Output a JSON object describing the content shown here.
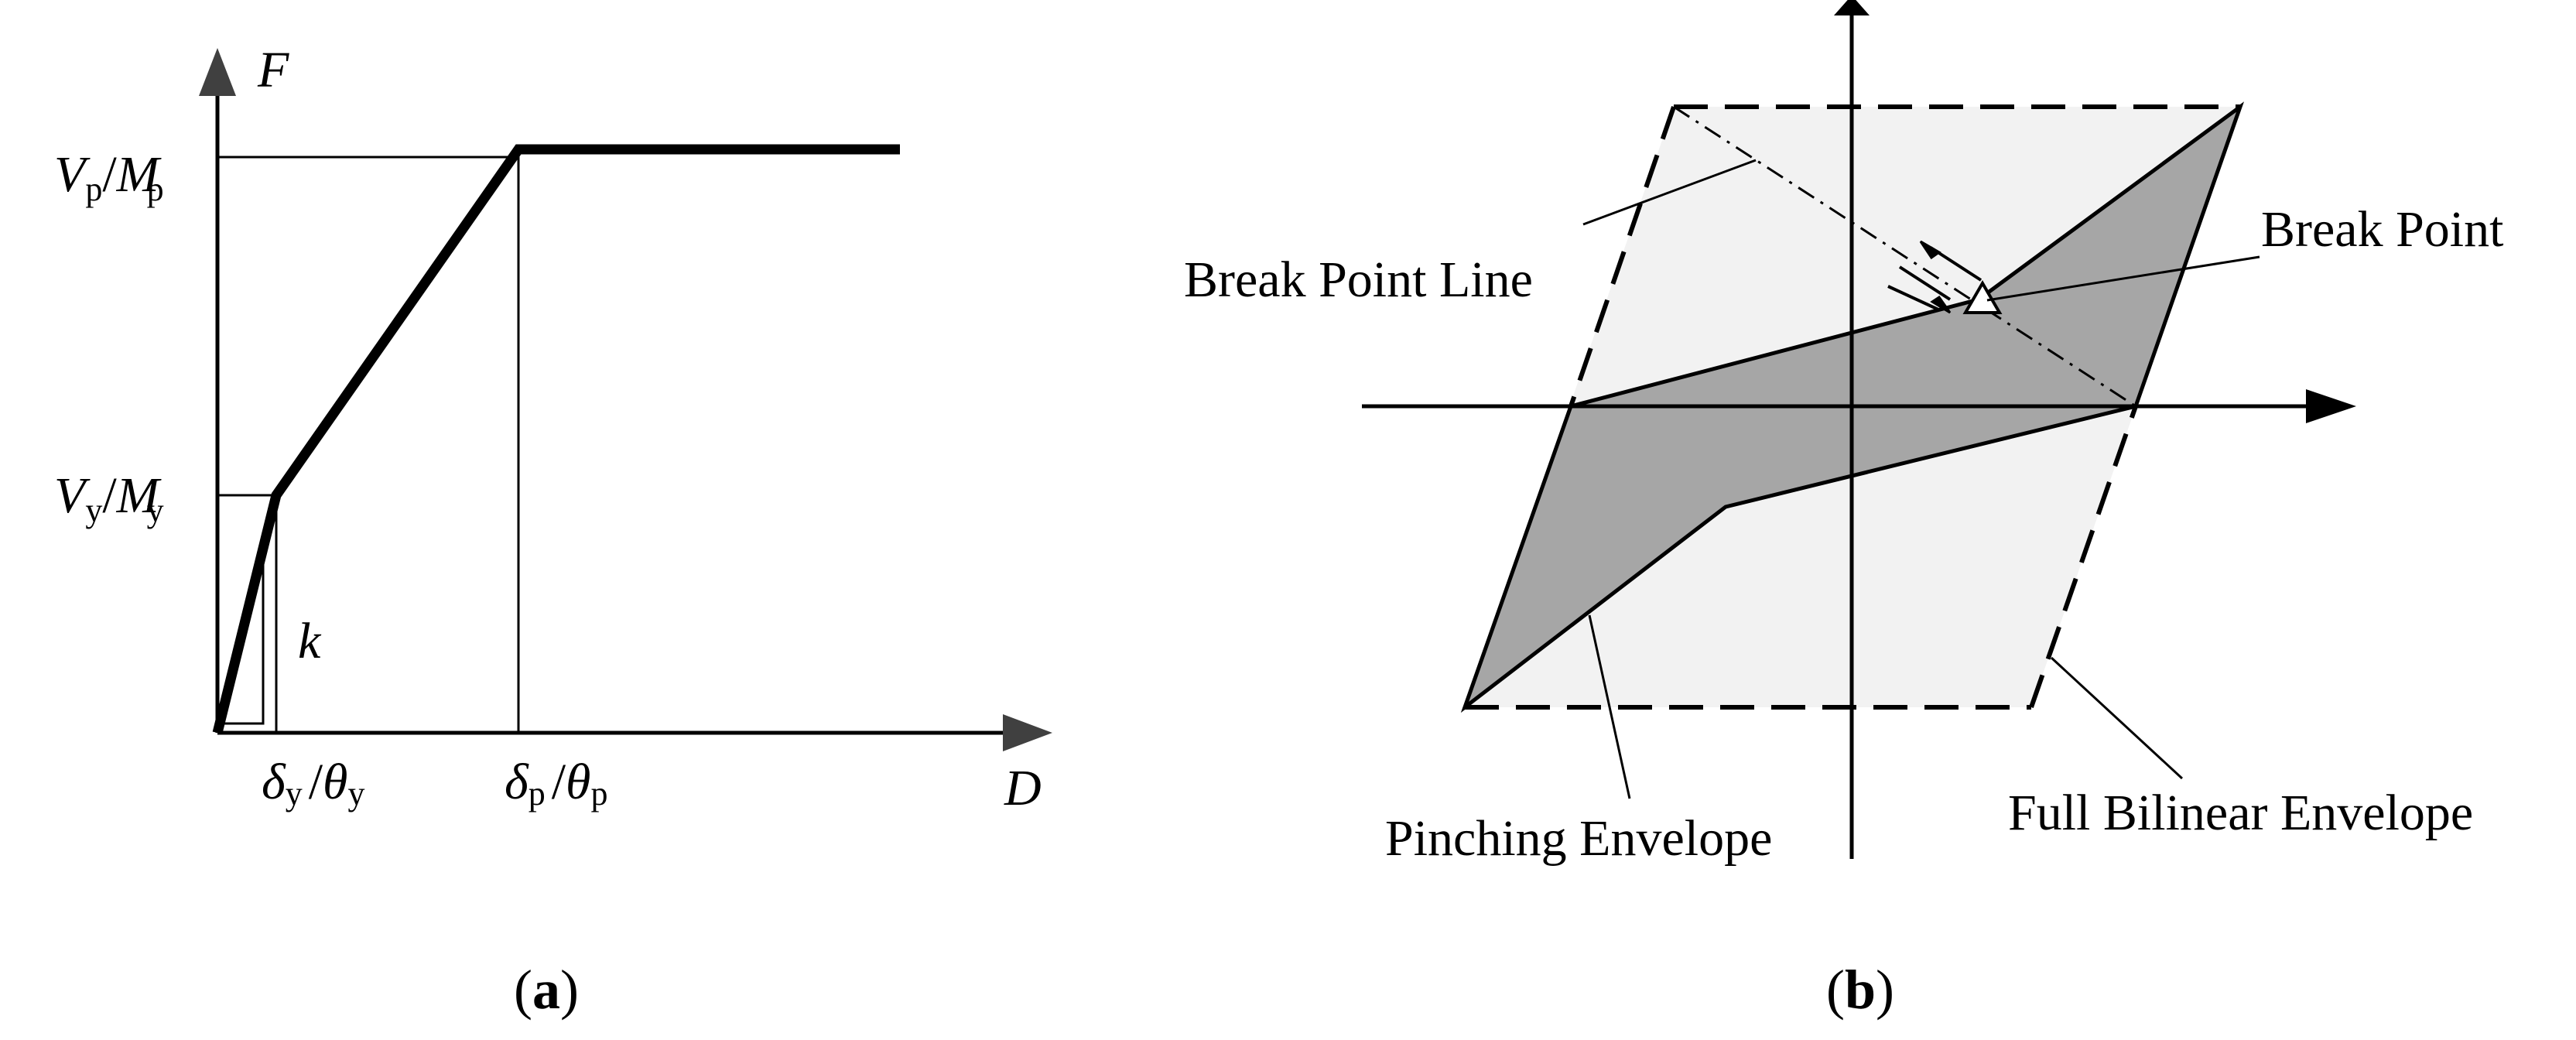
{
  "panel_a": {
    "axis_y_label": "F",
    "axis_x_label": "D",
    "tick_vp": {
      "main1": "V",
      "sub1": "p",
      "slash": "/",
      "main2": "M",
      "sub2": "p"
    },
    "tick_vy": {
      "main1": "V",
      "sub1": "y",
      "slash": "/",
      "main2": "M",
      "sub2": "y"
    },
    "tick_dy": {
      "main1": "δ",
      "sub1": "y",
      "slash": "/",
      "main2": "θ",
      "sub2": "y"
    },
    "tick_dp": {
      "main1": "δ",
      "sub1": "p",
      "slash": "/",
      "main2": "θ",
      "sub2": "p"
    },
    "stiffness_label": "k",
    "caption": {
      "open": "(",
      "letter": "a",
      "close": ")"
    }
  },
  "panel_b": {
    "break_point_line_label": "Break Point Line",
    "break_point_label": "Break Point",
    "pinching_envelope_label": "Pinching Envelope",
    "full_bilinear_envelope_label": "Full Bilinear Envelope",
    "caption": {
      "open": "(",
      "letter": "b",
      "close": ")"
    }
  },
  "colors": {
    "ink": "#000000",
    "arrow_gray": "#404040",
    "pinching_fill": "#a6a6a6",
    "full_envelope_fill": "#f2f2f2"
  }
}
